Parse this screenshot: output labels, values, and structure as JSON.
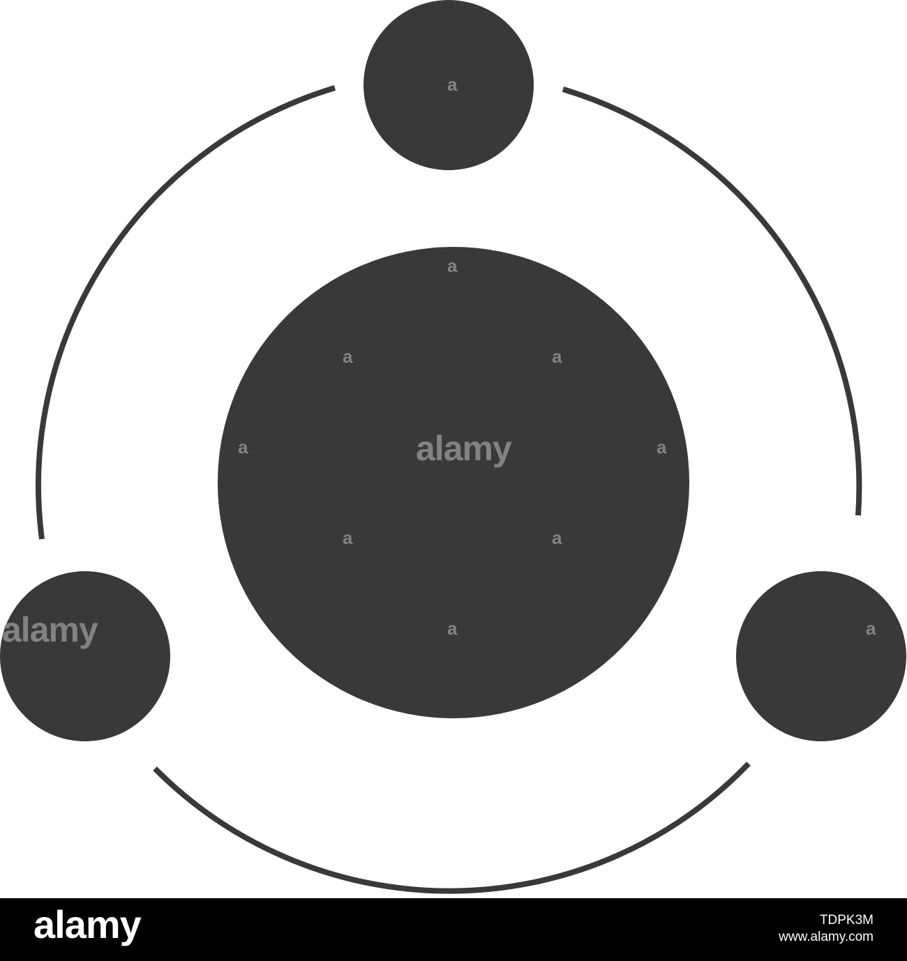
{
  "colors": {
    "background": "#ffffff",
    "icon": "#393939",
    "footer": "#000000",
    "footer_text": "#ffffff",
    "watermark": "#8f8f8f"
  },
  "icon_name": "network-cycle-icon",
  "watermark": {
    "small_mark": "a",
    "big_mark": "alamy"
  },
  "footer": {
    "logo": "alamy",
    "image_id": "TDPK3M",
    "site": "www.alamy.com"
  }
}
